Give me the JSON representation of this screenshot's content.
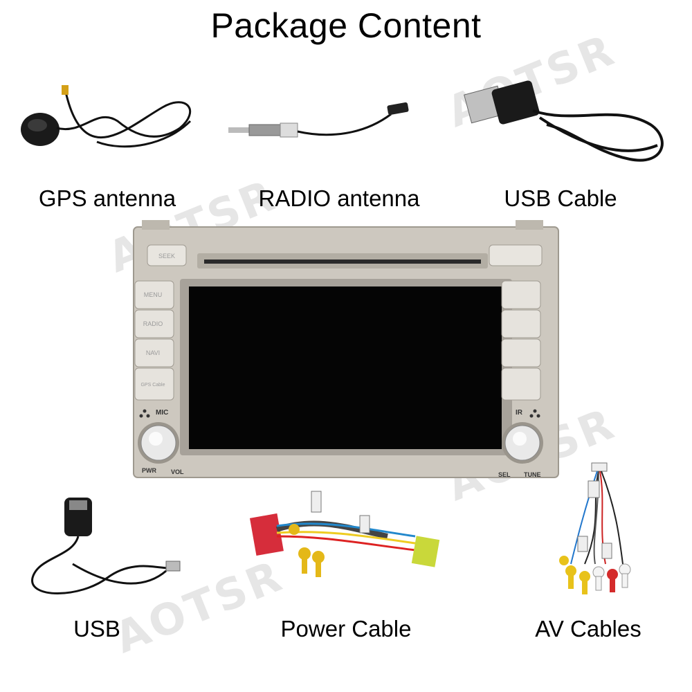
{
  "title": "Package Content",
  "watermark": "AOTSR",
  "items": {
    "gps": {
      "label": "GPS antenna"
    },
    "radio": {
      "label": "RADIO antenna"
    },
    "usb_cable": {
      "label": "USB Cable"
    },
    "usb": {
      "label": "USB"
    },
    "power": {
      "label": "Power Cable"
    },
    "av": {
      "label": "AV Cables"
    }
  },
  "head_unit": {
    "left_buttons": [
      "MENU",
      "RADIO",
      "NAVI",
      "GPS Cable"
    ],
    "top_left_button": "SEEK",
    "mic_label": "MIC",
    "ir_label": "IR",
    "pwr_label": "PWR",
    "vol_label": "VOL",
    "sel_label": "SEL",
    "tune_label": "TUNE"
  },
  "colors": {
    "bezel": "#c9c4bb",
    "screen": "#050505",
    "cable": "#111111"
  }
}
